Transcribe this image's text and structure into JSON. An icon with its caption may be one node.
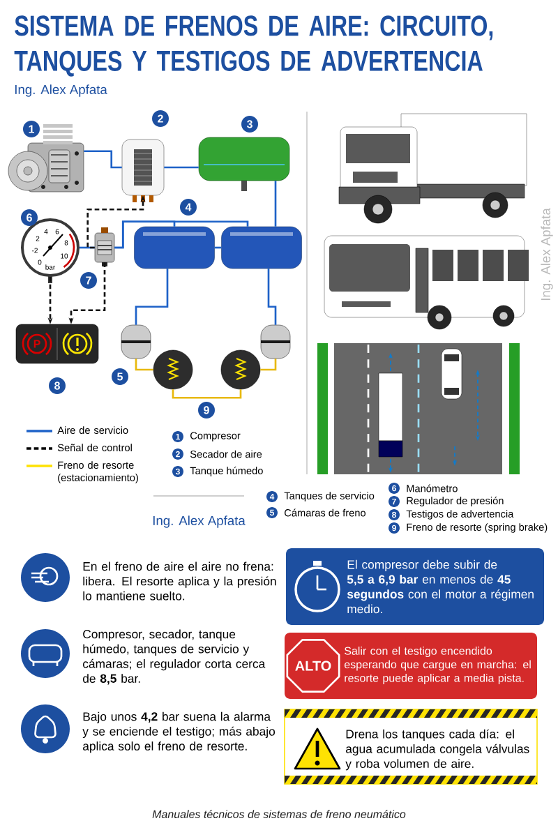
{
  "diagram": {
    "title": "SISTEMA DE FRENOS DE AIRE: CIRCUITO, TANQUES Y TESTIGOS DE ADVERTENCIA",
    "caption": "Manuales técnicos de sistemas de freno neumático",
    "nodes": [
      {
        "text": [],
        "shape": "picture",
        "beside": [
          "1"
        ]
      },
      {
        "text": [],
        "shape": "picture",
        "beside": [
          "2"
        ]
      },
      {
        "text": [],
        "shape": "picture",
        "beside": [
          "3"
        ]
      },
      {
        "text": [],
        "shape": "picture",
        "beside": [
          "4"
        ]
      },
      {
        "text": [],
        "shape": "picture"
      },
      {
        "text": [],
        "shape": "picture",
        "beside": [
          "6"
        ]
      },
      {
        "text": [],
        "shape": "picture",
        "beside": [
          "7"
        ]
      },
      {
        "text": [],
        "shape": "picture",
        "beside": [
          "8"
        ]
      },
      {
        "text": [],
        "shape": "picture",
        "beside": [
          "5"
        ]
      },
      {
        "text": [],
        "shape": "picture"
      },
      {
        "text": [],
        "shape": "picture",
        "beside": [
          "9"
        ]
      },
      {
        "text": [],
        "shape": "picture"
      },
      {
        "text": [
          "El compresor debe subir de **5,5 a 6,9 bar** en menos de **45 segundos** con el motor a régimen medio."
        ]
      },
      {
        "text": [
          "Salir con el testigo encendido esperando que cargue en marcha: el resorte puede aplicar a media pista."
        ]
      },
      {
        "text": [
          "ALTO"
        ],
        "in": 13
      },
      {
        "text": [
          "Drena los tanques cada día: el agua acumulada congela válvulas y roba volumen de aire."
        ]
      }
    ],
    "edges": [
      {
        "from": 0,
        "to": 1,
        "arrow": "none"
      },
      {
        "from": 1,
        "to": 2,
        "arrow": "none"
      },
      {
        "from": 2,
        "to": 4,
        "arrow": "none"
      },
      {
        "from": 6,
        "to": 3,
        "arrow": "none"
      },
      {
        "from": 6,
        "to": 4,
        "arrow": "none"
      },
      {
        "from": 3,
        "to": 4,
        "arrow": "none"
      },
      {
        "from": 3,
        "to": 8,
        "arrow": "none"
      },
      {
        "from": 4,
        "to": 9,
        "arrow": "none"
      },
      {
        "from": 5,
        "to": 6,
        "arrow": "none"
      },
      {
        "from": 6,
        "to": 1,
        "arrow": "to",
        "style": "dashed",
        "color": "#111111"
      },
      {
        "from": 5,
        "to": 7,
        "arrow": "to",
        "style": "dashed",
        "color": "#111111"
      },
      {
        "from": 6,
        "to": 7,
        "arrow": "to",
        "style": "dashed",
        "color": "#111111"
      },
      {
        "from": 8,
        "to": 10,
        "arrow": "none",
        "color": "#e8b90c"
      },
      {
        "from": 10,
        "to": 11,
        "arrow": "none",
        "color": "#e8b90c"
      },
      {
        "from": 11,
        "to": 9,
        "arrow": "none",
        "color": "#e8b90c"
      }
    ],
    "labels": [
      "Ing. Alex Apfata",
      "-2",
      "0",
      "2",
      "4",
      "6",
      "8",
      "10",
      "bar",
      "P",
      "1",
      "Compresor",
      "2",
      "Secador de aire",
      "3",
      "Tanque húmedo",
      "Ing. Alex Apfata",
      "4",
      "Tanques de servicio",
      "5",
      "Cámaras de freno",
      "6",
      "Manómetro",
      "7",
      "Regulador de presión",
      "8",
      "Testigos de advertencia",
      "9",
      "Freno de resorte (spring brake)",
      "Ing. Alex Apfata",
      "En el freno de aire el aire no frena: libera. El resorte aplica y la presión lo mantiene suelto.",
      "Compresor, secador, tanque húmedo, tanques de servicio y cámaras; el regulador corta cerca de **8,5** bar.",
      "Bajo unos **4,2** bar suena la alarma y se enciende el testigo; más abajo aplica solo el freno de resorte."
    ],
    "legend": [
      {
        "text": "Aire de servicio"
      },
      {
        "text": "Señal de control"
      },
      {
        "text": "Freno de resorte (estacionamiento)"
      }
    ]
  }
}
